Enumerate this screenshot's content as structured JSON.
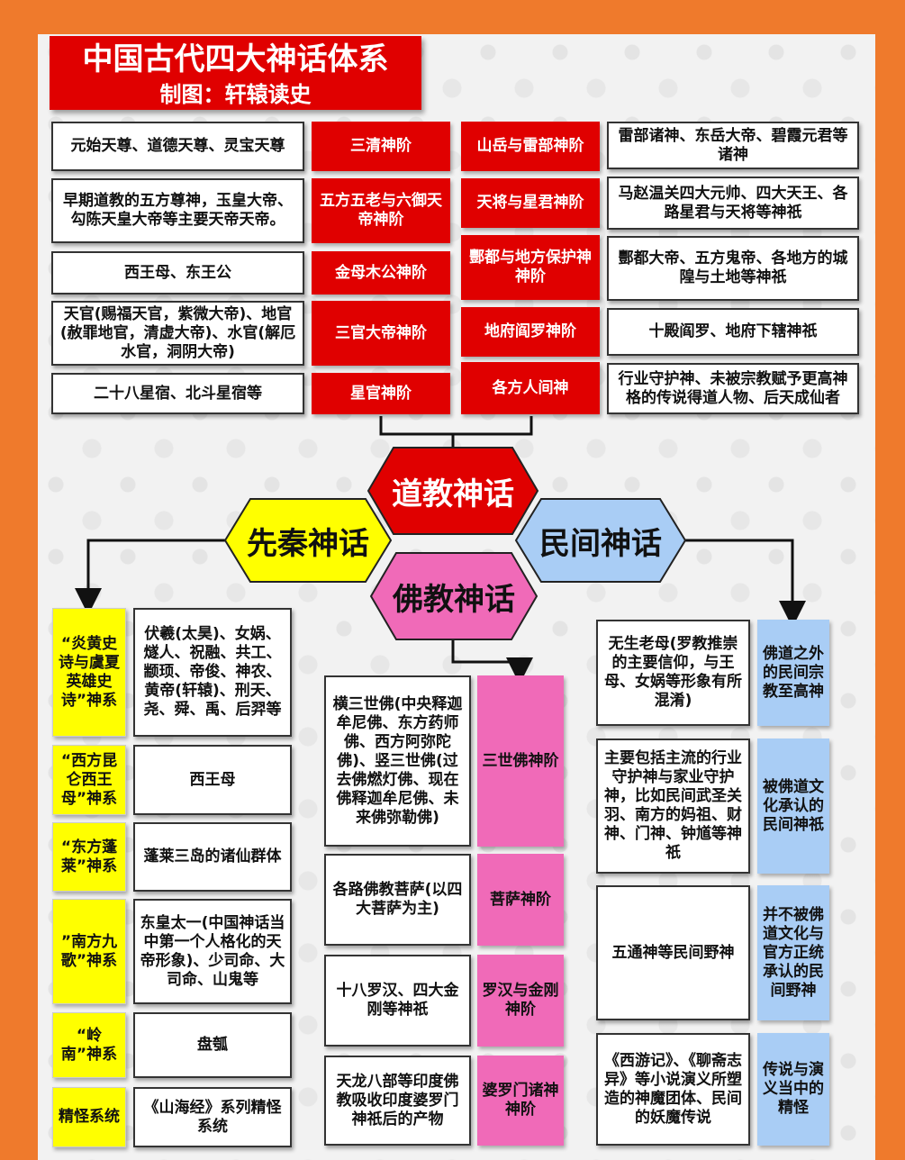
{
  "header": {
    "title": "中国古代四大神话体系",
    "subtitle": "制图：轩辕读史"
  },
  "colors": {
    "red": "#e00000",
    "yellow": "#ffff00",
    "pink": "#f06ab8",
    "blue": "#a9cdf5",
    "orange": "#ef7a2c"
  },
  "hubs": {
    "daoism": "道教神话",
    "xianqin": "先秦神话",
    "folk": "民间神话",
    "buddhism": "佛教神话"
  },
  "taoist": {
    "left_desc": [
      "元始天尊、道德天尊、灵宝天尊",
      "早期道教的五方尊神，玉皇大帝、勾陈天皇大帝等主要天帝天帝。",
      "西王母、东王公",
      "天官(赐福天官，紫微大帝)、地官(赦罪地官，清虚大帝)、水官(解厄水官，洞阴大帝)",
      "二十八星宿、北斗星宿等"
    ],
    "left_ranks": [
      "三清神阶",
      "五方五老与六御天帝神阶",
      "金母木公神阶",
      "三官大帝神阶",
      "星官神阶"
    ],
    "right_ranks": [
      "山岳与雷部神阶",
      "天将与星君神阶",
      "酆都与地方保护神神阶",
      "地府阎罗神阶",
      "各方人间神"
    ],
    "right_desc": [
      "雷部诸神、东岳大帝、碧霞元君等诸神",
      "马赵温关四大元帅、四大天王、各路星君与天将等神祇",
      "酆都大帝、五方鬼帝、各地方的城隍与土地等神祇",
      "十殿阎罗、地府下辖神祇",
      "行业守护神、未被宗教赋予更高神格的传说得道人物、后天成仙者"
    ]
  },
  "xianqin": {
    "systems": [
      "“炎黄史诗与虞夏英雄史诗”神系",
      "“西方昆仑西王母”神系",
      "“东方蓬莱”神系",
      "”南方九歌”神系",
      "“岭南”神系",
      "精怪系统"
    ],
    "desc": [
      "伏羲(太昊)、女娲、燧人、祝融、共工、颛顼、帝俊、神农、黄帝(轩辕)、刑天、尧、舜、禹、后羿等",
      "西王母",
      "蓬莱三岛的诸仙群体",
      "东皇太一(中国神话当中第一个人格化的天帝形象)、少司命、大司命、山鬼等",
      "盘瓠",
      "《山海经》系列精怪系统"
    ]
  },
  "buddhist": {
    "desc": [
      "横三世佛(中央释迦牟尼佛、东方药师佛、西方阿弥陀佛)、竖三世佛(过去佛燃灯佛、现在佛释迦牟尼佛、未来佛弥勒佛)",
      "各路佛教菩萨(以四大菩萨为主)",
      "十八罗汉、四大金刚等神祇",
      "天龙八部等印度佛教吸收印度婆罗门神祇后的产物"
    ],
    "ranks": [
      "三世佛神阶",
      "菩萨神阶",
      "罗汉与金刚神阶",
      "婆罗门诸神神阶"
    ]
  },
  "folk": {
    "desc": [
      "无生老母(罗教推崇的主要信仰，与王母、女娲等形象有所混淆)",
      "主要包括主流的行业守护神与家业守护神，比如民间武圣关羽、南方的妈祖、财神、门神、钟馗等神祇",
      "五通神等民间野神",
      "《西游记》、《聊斋志异》等小说演义所塑造的神魔团体、民间的妖魔传说"
    ],
    "categories": [
      "佛道之外的民间宗教至高神",
      "被佛道文化承认的民间神祇",
      "并不被佛道文化与官方正统承认的民间野神",
      "传说与演义当中的精怪"
    ]
  }
}
